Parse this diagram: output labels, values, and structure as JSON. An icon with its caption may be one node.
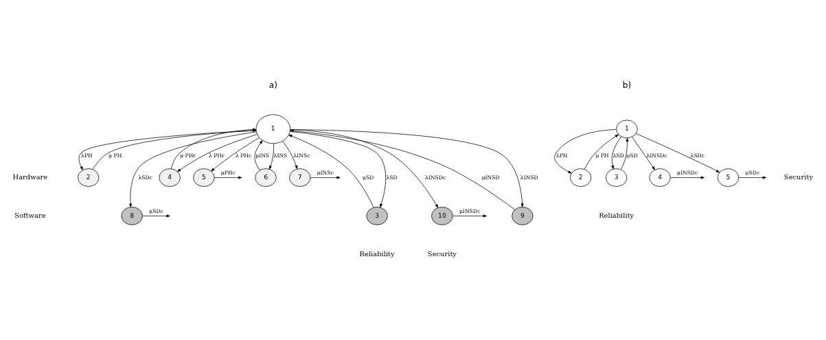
{
  "diagram": {
    "nodes": [
      {
        "text": [
          "1"
        ]
      },
      {
        "text": [
          "2"
        ]
      },
      {
        "text": [
          "3"
        ]
      },
      {
        "text": [
          "4"
        ]
      },
      {
        "text": [
          "5"
        ]
      },
      {
        "text": [
          "6"
        ]
      },
      {
        "text": [
          "7"
        ]
      },
      {
        "text": [
          "8"
        ]
      },
      {
        "text": [
          "9"
        ]
      },
      {
        "text": [
          "10"
        ]
      },
      {
        "text": [
          "1"
        ]
      },
      {
        "text": [
          "2"
        ]
      },
      {
        "text": [
          "3"
        ]
      },
      {
        "text": [
          "4"
        ]
      },
      {
        "text": [
          "5"
        ]
      }
    ],
    "edges": [
      {
        "from": 0,
        "to": 1,
        "arrow": "to",
        "label": "λPH"
      },
      {
        "from": 1,
        "to": 0,
        "arrow": "to",
        "label": "μ PH"
      },
      {
        "from": 0,
        "to": 2,
        "arrow": "to",
        "label": "λSD"
      },
      {
        "from": 2,
        "to": 0,
        "arrow": "to",
        "label": "μSD"
      },
      {
        "from": 0,
        "to": 3,
        "arrow": "to",
        "label": "λ PHr"
      },
      {
        "from": 3,
        "to": 0,
        "arrow": "to",
        "label": "μ PHr"
      },
      {
        "from": 0,
        "to": 4,
        "arrow": "to",
        "label": "λ PHc"
      },
      {
        "from": 4,
        "to": null,
        "arrow": "to",
        "label": "μPHc"
      },
      {
        "from": 0,
        "to": 5,
        "arrow": "to",
        "label": "λINS"
      },
      {
        "from": 5,
        "to": 0,
        "arrow": "to",
        "label": "μINS"
      },
      {
        "from": 0,
        "to": 6,
        "arrow": "to",
        "label": "λINSc"
      },
      {
        "from": 6,
        "to": null,
        "arrow": "to",
        "label": "μINSc"
      },
      {
        "from": 0,
        "to": 7,
        "arrow": "to",
        "label": "λSDc"
      },
      {
        "from": 7,
        "to": null,
        "arrow": "to",
        "label": "μSDc"
      },
      {
        "from": 0,
        "to": 8,
        "arrow": "to",
        "label": "λINSD"
      },
      {
        "from": 8,
        "to": 0,
        "arrow": "to",
        "label": "μINSD"
      },
      {
        "from": 0,
        "to": 9,
        "arrow": "to",
        "label": "λINSDc"
      },
      {
        "from": 9,
        "to": null,
        "arrow": "to",
        "label": "μINSDc"
      },
      {
        "from": 10,
        "to": 11,
        "arrow": "to",
        "label": "λPH"
      },
      {
        "from": 11,
        "to": 10,
        "arrow": "to",
        "label": "μ PH"
      },
      {
        "from": 10,
        "to": 12,
        "arrow": "to",
        "label": "λSD"
      },
      {
        "from": 12,
        "to": 10,
        "arrow": "to",
        "label": "μSD"
      },
      {
        "from": 10,
        "to": 13,
        "arrow": "to",
        "label": "λINSDc"
      },
      {
        "from": 13,
        "to": null,
        "arrow": "to",
        "label": "μINSDc"
      },
      {
        "from": 10,
        "to": 14,
        "arrow": "to",
        "label": "λSDc"
      },
      {
        "from": 14,
        "to": null,
        "arrow": "to",
        "label": "μSDc"
      }
    ],
    "labels": [
      "a)",
      "b)",
      "Hardware",
      "Software",
      "Reliability",
      "Security",
      "Security",
      "Reliability"
    ]
  }
}
